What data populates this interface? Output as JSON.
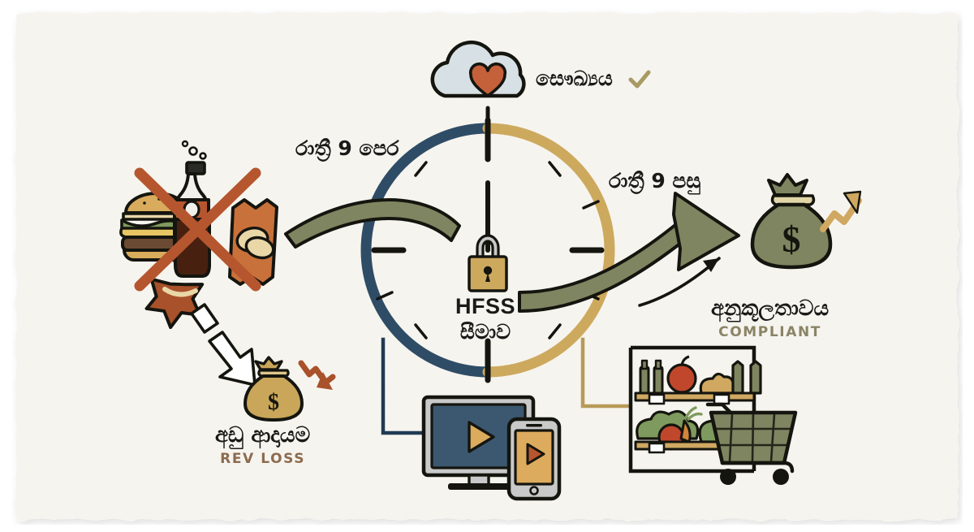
{
  "diagram": {
    "title": "HFSS advertising watershed compliance infographic",
    "background_color": "#ffffff",
    "paper_color": "#f7f5ef",
    "nodes": {
      "junk_food": {
        "name": "restricted-junk-food",
        "icons": [
          "burger-icon",
          "soda-bottle-icon",
          "chips-bag-icon",
          "candy-icon"
        ],
        "overlay": "red-cross-out",
        "cross_color": "#b5562f"
      },
      "health_cloud": {
        "label": "සෞඛ්‍යය",
        "check": "✓",
        "icon": "cloud-heart-icon",
        "cloud_color": "#d7e0e4",
        "heart_color": "#c4603a",
        "check_color": "#a79a63"
      },
      "clock": {
        "center_title": "HFSS",
        "center_subtitle": "සීමාව",
        "icon": "padlock-icon",
        "left_arc_color": "#2f4c66",
        "right_arc_color": "#cfa košice",
        "left_label": "රාත්‍රී 9 පෙර",
        "right_label": "රාත්‍රී 9 පසු"
      },
      "revenue_loss": {
        "label": "අඩු ආදායම",
        "sublabel": "REV LOSS",
        "icon": "money-bag-down-icon",
        "bag_color": "#c9a659",
        "arrow_color": "#b5562f"
      },
      "compliant": {
        "label": "අනුකූලතාවය",
        "sublabel": "COMPLIANT",
        "icon": "money-bag-up-icon",
        "bag_color": "#7f8560",
        "arrow_color": "#d0a861"
      },
      "screens": {
        "name": "tv-and-phone-media",
        "icons": [
          "television-icon",
          "smartphone-icon",
          "play-button-icon"
        ],
        "tv_screen_color": "#3c5871",
        "phone_screen_color": "#dcab5e"
      },
      "store": {
        "name": "grocery-shelf-and-cart",
        "icons": [
          "shop-shelf-icon",
          "shopping-cart-icon",
          "apple-icon",
          "bottle-icon",
          "vegetables-icon"
        ],
        "cart_color": "#7f8560"
      }
    },
    "flow_arrows": {
      "main_color": "#7f8560",
      "thin_color": "#1a1a18",
      "dashed_color": "#ffffff",
      "connector_left_color": "#1f3a53",
      "connector_right_color": "#b79a57"
    }
  }
}
